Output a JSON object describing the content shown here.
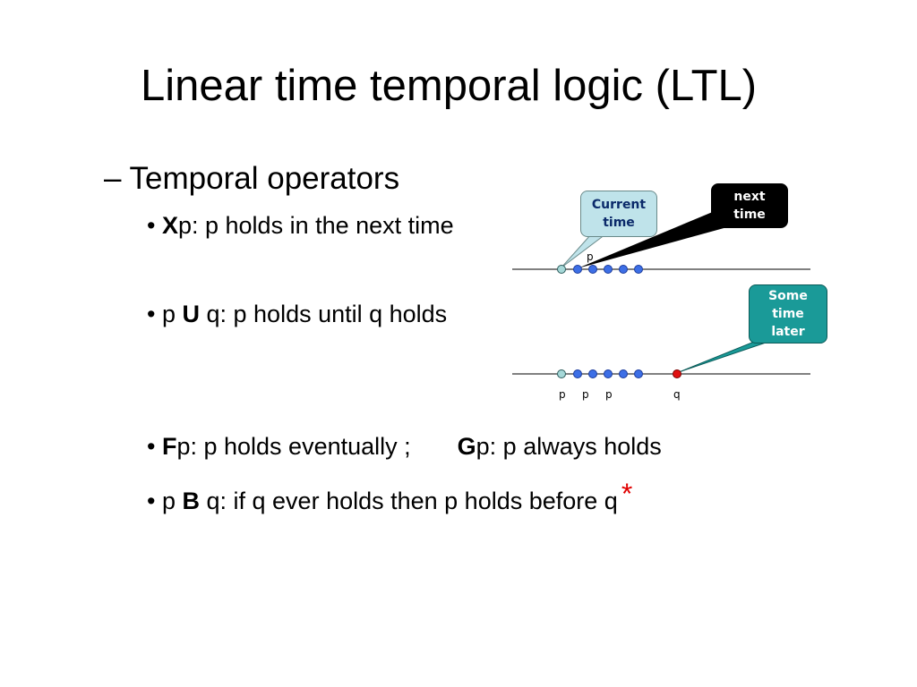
{
  "title": "Linear time temporal logic (LTL)",
  "section": "– Temporal operators",
  "bullets": [
    {
      "op": "X",
      "rest": "p:   p holds in the next time"
    },
    {
      "pre": "p ",
      "op": "U",
      "rest": " q: p holds until q holds"
    },
    {
      "op": "F",
      "rest": "p:   p holds eventually ;",
      "op2": "G",
      "rest2": "p:  p always holds"
    },
    {
      "pre": "p ",
      "op": "B",
      "rest": " q:  if q ever holds then p holds before q",
      "mark": "*"
    }
  ],
  "callouts": {
    "current": "Current\ntime",
    "next": "next\ntime",
    "later": "Some\ntime\nlater"
  },
  "timeline1_label": "p",
  "timeline2_labels": [
    "p",
    "p",
    "p",
    "q"
  ],
  "colors": {
    "dot": "#3d6fe6",
    "dot_current": "#a6d8d8",
    "dot_q": "#e01010",
    "callout_light": "#bfe3ea",
    "callout_teal": "#1a9a98",
    "callout_black": "#000000"
  }
}
